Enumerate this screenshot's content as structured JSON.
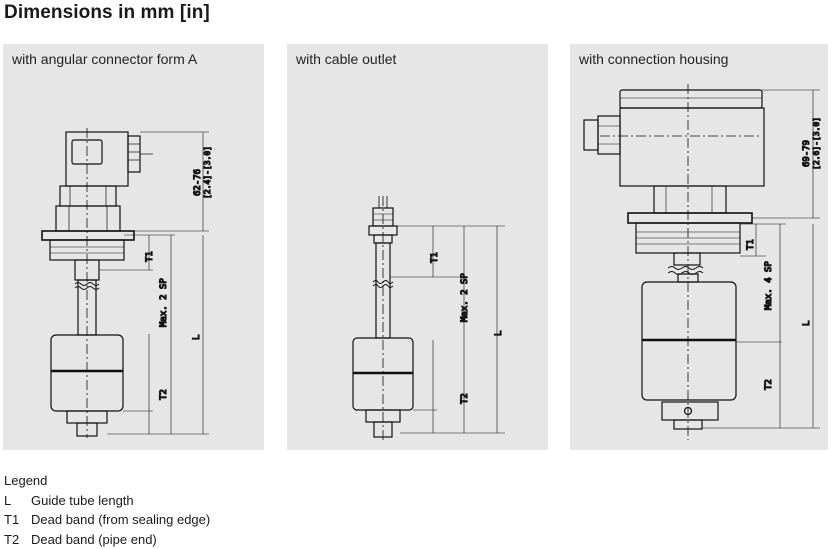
{
  "title": "Dimensions in mm [in]",
  "panels": [
    {
      "label": "with angular connector form A",
      "dims": {
        "top": "62-76",
        "top_in": "[2.4]-[3.0]",
        "t1": "T1",
        "max": "Max. 2 SP",
        "l": "L",
        "t2": "T2"
      }
    },
    {
      "label": "with cable outlet",
      "dims": {
        "t1": "T1",
        "max": "Max. 2 SP",
        "l": "L",
        "t2": "T2"
      }
    },
    {
      "label": "with connection housing",
      "dims": {
        "top": "69-79",
        "top_in": "[2.6]-[3.0]",
        "t1": "T1",
        "max": "Max. 4 SP",
        "l": "L",
        "t2": "T2"
      }
    }
  ],
  "legend": {
    "heading": "Legend",
    "items": [
      {
        "key": "L",
        "text": "Guide tube length"
      },
      {
        "key": "T1",
        "text": "Dead band (from sealing edge)"
      },
      {
        "key": "T2",
        "text": "Dead band (pipe end)"
      }
    ]
  }
}
